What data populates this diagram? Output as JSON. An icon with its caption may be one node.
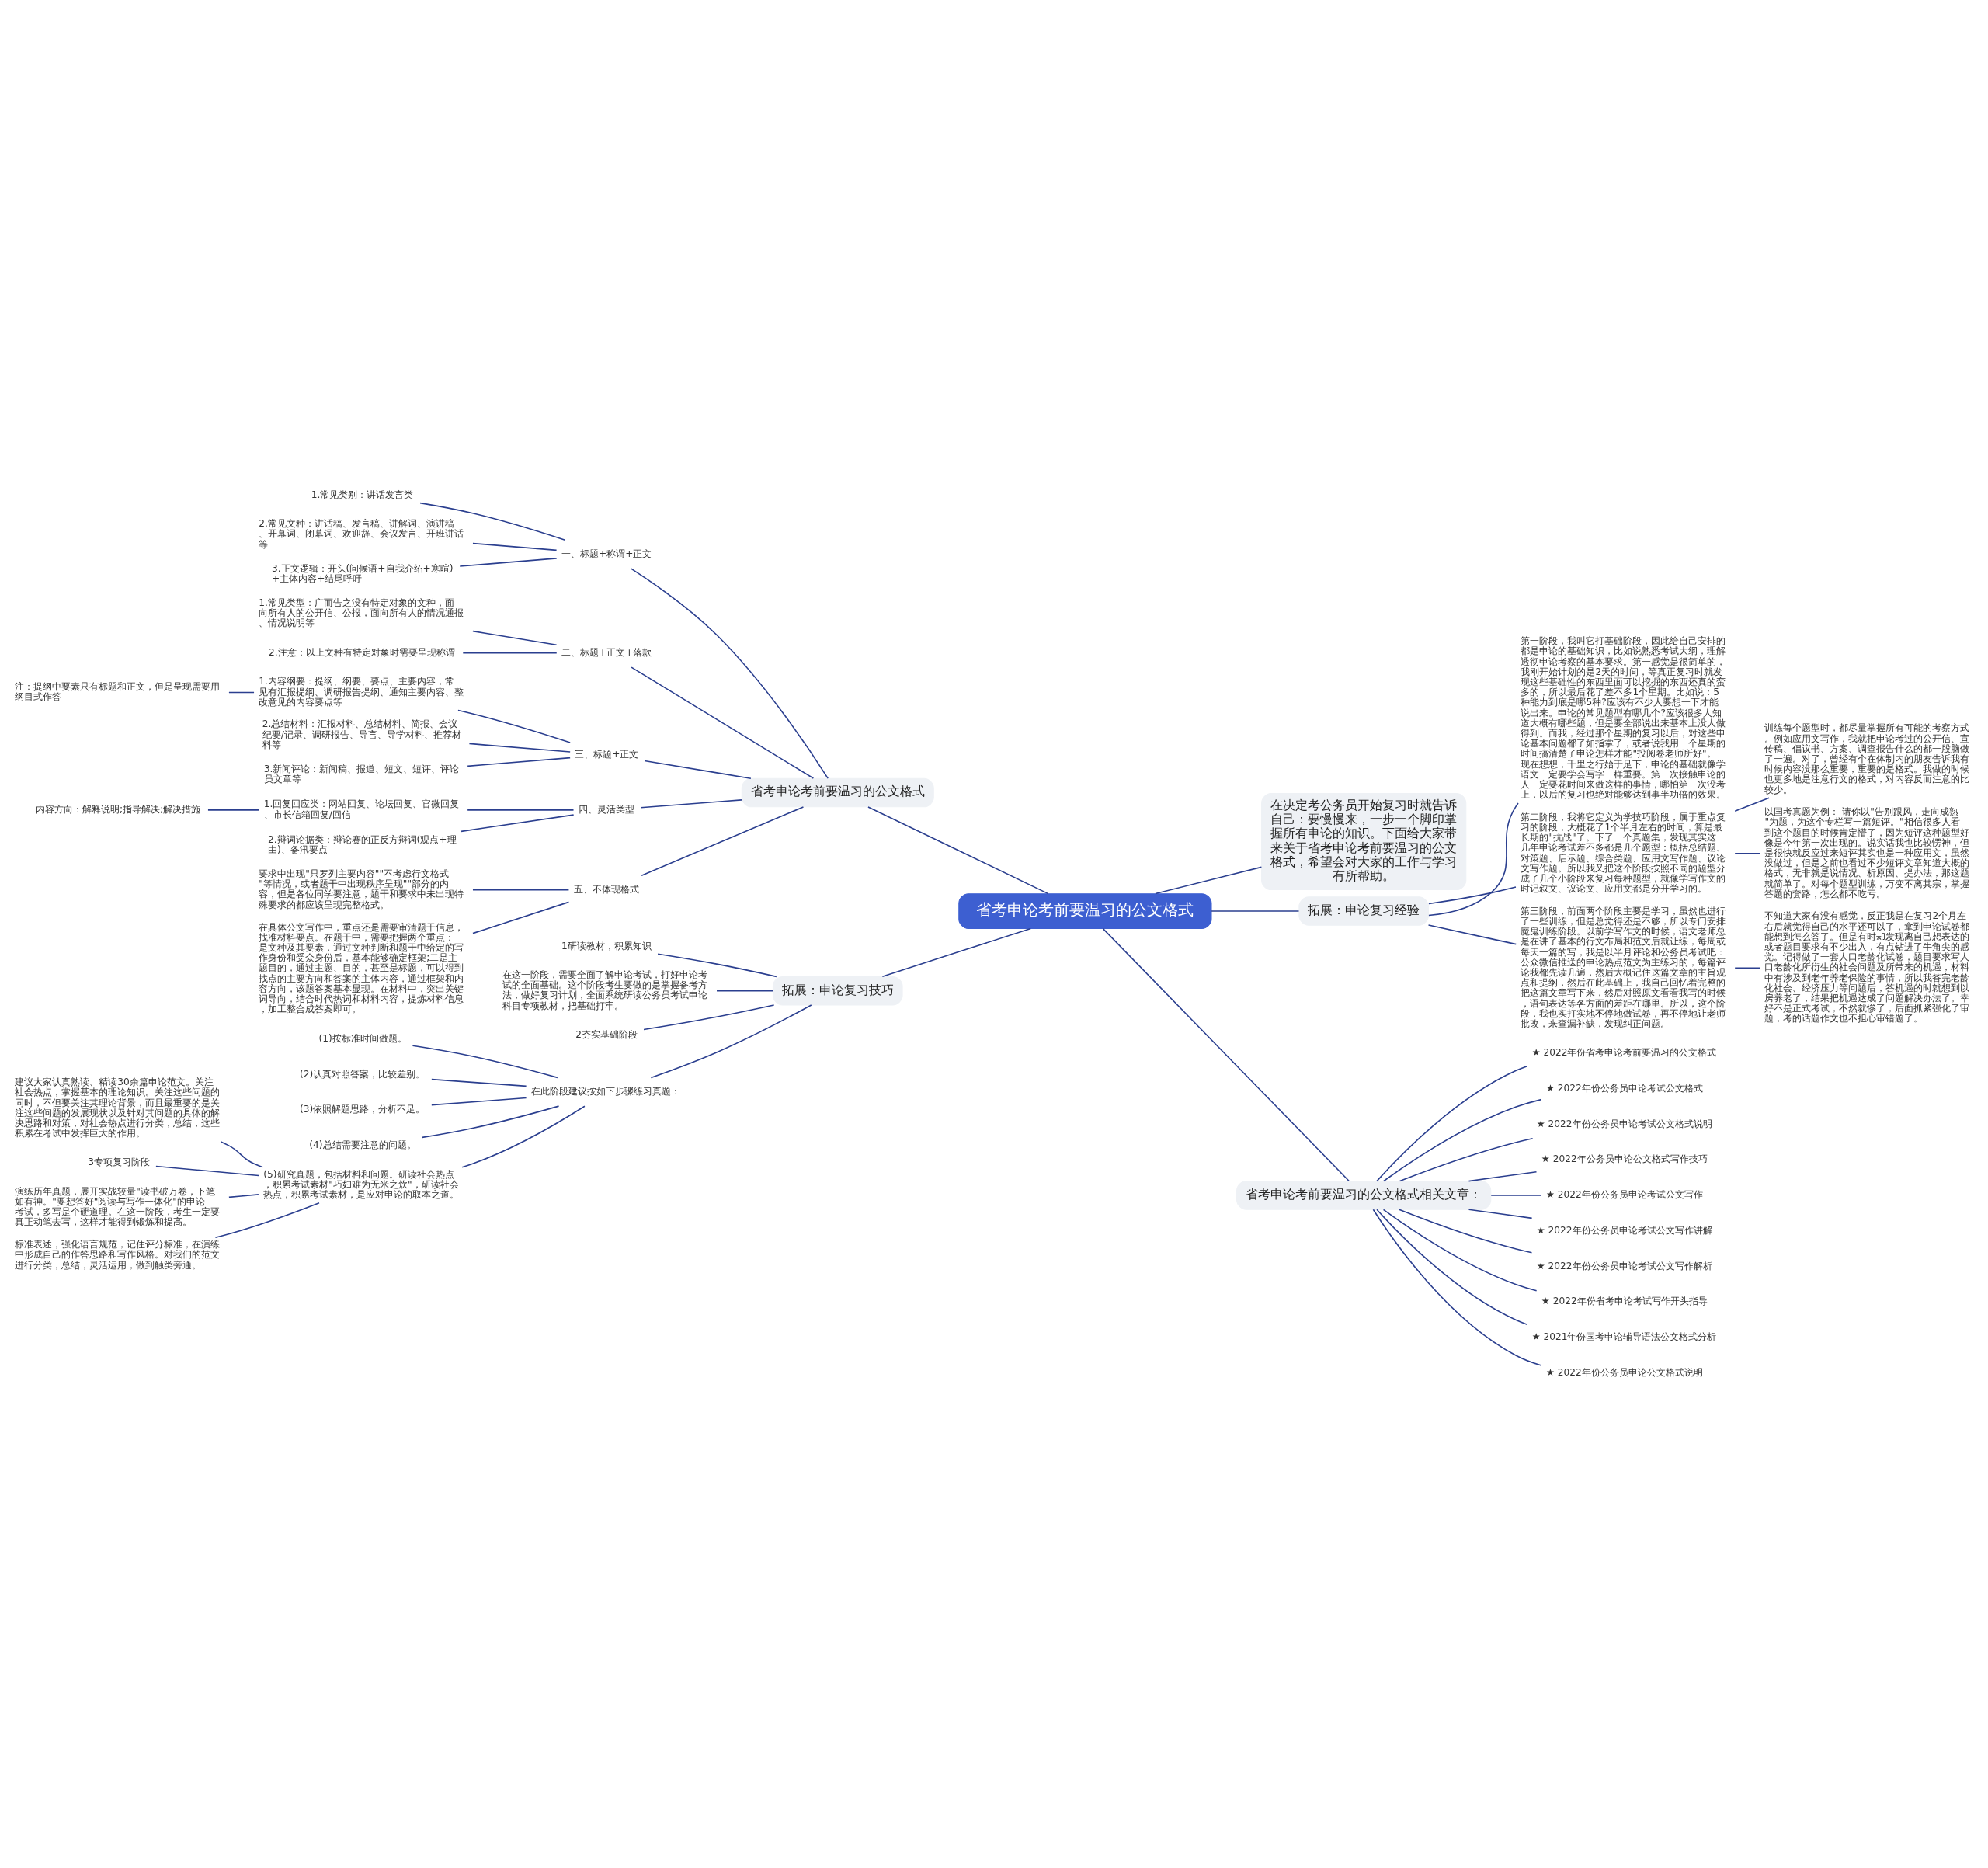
{
  "diagram": {
    "nodes": [
      {
        "text": [
          "省考申论考前要温习的公文格式"
        ]
      },
      {
        "text": [
          "省考申论考前要温习的公文格式"
        ]
      },
      {
        "text": [
          "一、标题+称谓+正文"
        ]
      },
      {
        "text": [
          "1.常见类别：讲话发言类"
        ]
      },
      {
        "text": [
          "2.常见文种：讲话稿、发言稿、讲解词、演讲稿、开幕词、闭幕词、欢迎辞、会议发言、开班讲话等"
        ]
      },
      {
        "text": [
          "3.正文逻辑：开头(问候语+自我介绍+寒暄)+主体内容+结尾呼吁"
        ]
      },
      {
        "text": [
          "二、标题+正文+落款"
        ]
      },
      {
        "text": [
          "1.常见类型：广而告之没有特定对象的文种，面向所有人的公开信、公报，面向所有人的情况通报、情况说明等"
        ]
      },
      {
        "text": [
          "2.注意：以上文种有特定对象时需要呈现称谓"
        ]
      },
      {
        "text": [
          "三、标题+正文"
        ]
      },
      {
        "text": [
          "1.内容纲要：提纲、纲要、要点、主要内容，常见有汇报提纲、调研报告提纲、通知主要内容、整改意见的内容要点等"
        ]
      },
      {
        "text": [
          "注：提纲中要素只有标题和正文，但是呈现需要用纲目式作答"
        ]
      },
      {
        "text": [
          "2.总结材料：汇报材料、总结材料、简报、会议纪要/记录、调研报告、导言、导学材料、推荐材料等"
        ]
      },
      {
        "text": [
          "3.新闻评论：新闻稿、报道、短文、短评、评论员文章等"
        ]
      },
      {
        "text": [
          "四、灵活类型"
        ]
      },
      {
        "text": [
          "1.回复回应类：网站回复、论坛回复、官微回复、市长信箱回复/回信"
        ]
      },
      {
        "text": [
          "内容方向：解释说明;指导解决;解决措施"
        ]
      },
      {
        "text": [
          "2.辩词论据类：辩论赛的正反方辩词(观点+理由)、备汛要点"
        ]
      },
      {
        "text": [
          "五、不体现格式"
        ]
      },
      {
        "text": [
          "要求中出现\"只罗列主要内容\"\"不考虑行文格式\"等情况，或者题干中出现秩序呈现\"\"部分的内容，但是各位同学要注意，题干和要求中未出现特殊要求的都应该呈现完整格式。"
        ]
      },
      {
        "text": [
          "在具体公文写作中，重点还是需要审清题干信息，找准材料要点。在题干中，需要把握两个重点：一是文种及其要素，通过文种判断和题干中给定的写作身份和受众身份后，基本能够确定框架;二是主题目的，通过主题、目的，甚至是标题，可以得到找点的主要方向和答案的主体内容，通过框架和内容方向，该题答案基本显现。在材料中，突出关键词导向，结合时代热词和材料内容，提炼材料信息，加工整合成答案即可。"
        ]
      },
      {
        "text": [
          "拓展：申论复习技巧"
        ]
      },
      {
        "text": [
          "1研读教材，积累知识"
        ]
      },
      {
        "text": [
          "在这一阶段，需要全面了解申论考试，打好申论考试的全面基础。这个阶段考生要做的是掌握备考方法，做好复习计划，全面系统研读公务员考试申论科目专项教材，把基础打牢。"
        ]
      },
      {
        "text": [
          "2夯实基础阶段"
        ]
      },
      {
        "text": [
          "在此阶段建议按如下步骤练习真题："
        ]
      },
      {
        "text": [
          "(1)按标准时间做题。"
        ]
      },
      {
        "text": [
          "(2)认真对照答案，比较差别。"
        ]
      },
      {
        "text": [
          "(3)依照解题思路，分析不足。"
        ]
      },
      {
        "text": [
          "(4)总结需要注意的问题。"
        ]
      },
      {
        "text": [
          "(5)研究真题，包括材料和问题。研读社会热点，积累考试素材\"巧妇难为无米之炊\"，研读社会热点，积累考试素材，是应对申论的取本之道。"
        ]
      },
      {
        "text": [
          "建议大家认真熟读、精读30余篇申论范文。关注社会热点，掌握基本的理论知识。关注这些问题的同时，不但要关注其理论背景，而且最重要的是关注这些问题的发展现状以及针对其问题的具体的解决思路和对策，对社会热点进行分类，总结，这些积累在考试中发挥巨大的作用。"
        ]
      },
      {
        "text": [
          "3专项复习阶段"
        ]
      },
      {
        "text": [
          "演练历年真题，展开实战较量\"读书破万卷，下笔如有神。\"要想答好\"阅读与写作一体化\"的申论考试，多写是个硬道理。在这一阶段，考生一定要真正动笔去写，这样才能得到锻炼和提高。"
        ]
      },
      {
        "text": [
          "标准表述，强化语言规范，记住评分标准，在演练中形成自己的作答思路和写作风格。对我们的范文进行分类，总结，灵活运用，做到触类旁通。"
        ]
      },
      {
        "text": [
          "在决定考公务员开始复习时就告诉自己：要慢慢来，一步一个脚印掌握所有申论的知识。下面给大家带来关于省考申论考前要温习的公文格式，希望会对大家的工作与学习有所帮助。"
        ]
      },
      {
        "text": [
          "拓展：申论复习经验"
        ]
      },
      {
        "text": [
          "第一阶段，我叫它打基础阶段，因此给自己安排的都是申论的基础知识，比如说熟悉考试大纲，理解透彻申论考察的基本要求。第一感觉是很简单的，我刚开始计划的是2天的时间，等真正复习时就发现这些基础性的东西里面可以挖掘的东西还真的蛮多的，所以最后花了差不多1个星期。比如说：5种能力到底是哪5种?应该有不少人要想一下才能说出来。申论的常见题型有哪几个?应该很多人知道大概有哪些题，但是要全部说出来基本上没人做得到。而我，经过那个星期的复习以后，对这些申论基本问题都了如指掌了，或者说我用一个星期的时间搞清楚了申论怎样才能\"投阅卷老师所好\"。现在想想，千里之行始于足下，申论的基础就像学语文一定要学会写字一样重要。第一次接触申论的人一定要花时间来做这样的事情，哪怕第一次没考上，以后的复习也绝对能够达到事半功倍的效果。"
        ]
      },
      {
        "text": [
          "第二阶段，我将它定义为学技巧阶段，属于重点复习的阶段，大概花了1个半月左右的时间，算是最长期的\"抗战\"了。下了一个真题集，发现其实这几年申论考试差不多都是几个题型：概括总结题、对策题、启示题、综合类题、应用文写作题、议论文写作题。所以我又把这个阶段按照不同的题型分成了几个小阶段来复习每种题型，就像学写作文的时记叙文、议论文、应用文都是分开学习的。"
        ]
      },
      {
        "text": [
          "训练每个题型时，都尽量掌握所有可能的考察方式。例如应用文写作，我就把申论考过的公开信、宣传稿、倡议书、方案、调查报告什么的都一股脑做了一遍。对了，曾经有个在体制内的朋友告诉我有时候内容没那么重要，重要的是格式。我做的时候也更多地是注意行文的格式，对内容反而注意的比较少。"
        ]
      },
      {
        "text": [
          "以国考真题为例： 请你以\"告别跟风，走向成熟\"为题，为这个专栏写一篇短评。\"相信很多人看到这个题目的时候肯定懵了，因为短评这种题型好像是今年第一次出现的。说实话我也比较愣神，但是很快就反应过来短评其实也是一种应用文，虽然没做过，但是之前也看过不少短评文章知道大概的格式，无非就是说情况、析原因、提办法，那这题就简单了。对每个题型训练，万变不离其宗，掌握答题的套路，怎么都不吃亏。"
        ]
      },
      {
        "text": [
          "第三阶段，前面两个阶段主要是学习，虽然也进行了一些训练，但是总觉得还是不够，所以专门安排魔鬼训练阶段。以前学写作文的时候，语文老师总是在讲了基本的行文布局和范文后就让练，每周或每天一篇的写，我是以半月评论和公务员考试吧：公众微信推送的申论热点范文为主练习的，每篇评论我都先读几遍，然后大概记住这篇文章的主旨观点和提纲，然后在此基础上，我自己回忆着完整的把这篇文章写下来，然后对照原文看看我写的时候，语句表达等各方面的差距在哪里。所以，这个阶段，我也实打实地不停地做试卷，再不停地让老师批改，来查漏补缺，发现纠正问题。"
        ]
      },
      {
        "text": [
          "不知道大家有没有感觉，反正我是在复习2个月左右后就觉得自己的水平还可以了，拿到申论试卷都能想到怎么答了。但是有时却发现离自己想表达的或者题目要求有不少出入，有点钻进了牛角尖的感觉。记得做了一套人口老龄化试卷，题目要求写人口老龄化所衍生的社会问题及所带来的机遇，材料中有涉及到老年养老保险的事情，所以我答完老龄化社会、经济压力等问题后，答机遇的时就想到以房养老了，结果把机遇达成了问题解决办法了。幸好不是正式考试，不然就惨了，后面抓紧强化了审题，考的话题作文也不担心审错题了。"
        ]
      },
      {
        "text": [
          "省考申论考前要温习的公文格式相关文章："
        ]
      },
      {
        "text": [
          "★ 2022年份省考申论考前要温习的公文格式"
        ]
      },
      {
        "text": [
          "★ 2022年份公务员申论考试公文格式"
        ]
      },
      {
        "text": [
          "★ 2022年份公务员申论考试公文格式说明"
        ]
      },
      {
        "text": [
          "★ 2022年公务员申论公文格式写作技巧"
        ]
      },
      {
        "text": [
          "★ 2022年份公务员申论考试公文写作"
        ]
      },
      {
        "text": [
          "★ 2022年份公务员申论考试公文写作讲解"
        ]
      },
      {
        "text": [
          "★ 2022年份公务员申论考试公文写作解析"
        ]
      },
      {
        "text": [
          "★ 2022年份省考申论考试写作开头指导"
        ]
      },
      {
        "text": [
          "★ 2021年份国考申论辅导语法公文格式分析"
        ]
      },
      {
        "text": [
          "★ 2022年份公务员申论公文格式说明"
        ]
      }
    ],
    "edges": [
      {
        "from": 0,
        "to": 1,
        "arrow": "none"
      },
      {
        "from": 1,
        "to": 2,
        "arrow": "none"
      },
      {
        "from": 2,
        "to": 3,
        "arrow": "none"
      },
      {
        "from": 2,
        "to": 4,
        "arrow": "none"
      },
      {
        "from": 2,
        "to": 5,
        "arrow": "none"
      },
      {
        "from": 1,
        "to": 6,
        "arrow": "none"
      },
      {
        "from": 6,
        "to": 7,
        "arrow": "none"
      },
      {
        "from": 6,
        "to": 8,
        "arrow": "none"
      },
      {
        "from": 1,
        "to": 9,
        "arrow": "none"
      },
      {
        "from": 9,
        "to": 10,
        "arrow": "none"
      },
      {
        "from": 10,
        "to": 11,
        "arrow": "none"
      },
      {
        "from": 9,
        "to": 12,
        "arrow": "none"
      },
      {
        "from": 9,
        "to": 13,
        "arrow": "none"
      },
      {
        "from": 1,
        "to": 14,
        "arrow": "none"
      },
      {
        "from": 14,
        "to": 15,
        "arrow": "none"
      },
      {
        "from": 15,
        "to": 16,
        "arrow": "none"
      },
      {
        "from": 14,
        "to": 17,
        "arrow": "none"
      },
      {
        "from": 1,
        "to": 18,
        "arrow": "none"
      },
      {
        "from": 18,
        "to": 19,
        "arrow": "none"
      },
      {
        "from": 18,
        "to": 20,
        "arrow": "none"
      },
      {
        "from": 0,
        "to": 21,
        "arrow": "none"
      },
      {
        "from": 21,
        "to": 22,
        "arrow": "none"
      },
      {
        "from": 21,
        "to": 23,
        "arrow": "none"
      },
      {
        "from": 21,
        "to": 24,
        "arrow": "none"
      },
      {
        "from": 21,
        "to": 25,
        "arrow": "none"
      },
      {
        "from": 25,
        "to": 26,
        "arrow": "none"
      },
      {
        "from": 25,
        "to": 27,
        "arrow": "none"
      },
      {
        "from": 25,
        "to": 28,
        "arrow": "none"
      },
      {
        "from": 25,
        "to": 29,
        "arrow": "none"
      },
      {
        "from": 25,
        "to": 30,
        "arrow": "none"
      },
      {
        "from": 30,
        "to": 31,
        "arrow": "none"
      },
      {
        "from": 30,
        "to": 32,
        "arrow": "none"
      },
      {
        "from": 30,
        "to": 33,
        "arrow": "none"
      },
      {
        "from": 30,
        "to": 34,
        "arrow": "none"
      },
      {
        "from": 0,
        "to": 35,
        "arrow": "none"
      },
      {
        "from": 0,
        "to": 36,
        "arrow": "none"
      },
      {
        "from": 36,
        "to": 37,
        "arrow": "none"
      },
      {
        "from": 36,
        "to": 38,
        "arrow": "none"
      },
      {
        "from": 38,
        "to": 39,
        "arrow": "none"
      },
      {
        "from": 38,
        "to": 40,
        "arrow": "none"
      },
      {
        "from": 36,
        "to": 41,
        "arrow": "none"
      },
      {
        "from": 41,
        "to": 42,
        "arrow": "none"
      },
      {
        "from": 0,
        "to": 43,
        "arrow": "none"
      },
      {
        "from": 43,
        "to": 44,
        "arrow": "none"
      },
      {
        "from": 43,
        "to": 45,
        "arrow": "none"
      },
      {
        "from": 43,
        "to": 46,
        "arrow": "none"
      },
      {
        "from": 43,
        "to": 47,
        "arrow": "none"
      },
      {
        "from": 43,
        "to": 48,
        "arrow": "none"
      },
      {
        "from": 43,
        "to": 49,
        "arrow": "none"
      },
      {
        "from": 43,
        "to": 50,
        "arrow": "none"
      },
      {
        "from": 43,
        "to": 51,
        "arrow": "none"
      },
      {
        "from": 43,
        "to": 52,
        "arrow": "none"
      },
      {
        "from": 43,
        "to": 53,
        "arrow": "none"
      }
    ]
  }
}
